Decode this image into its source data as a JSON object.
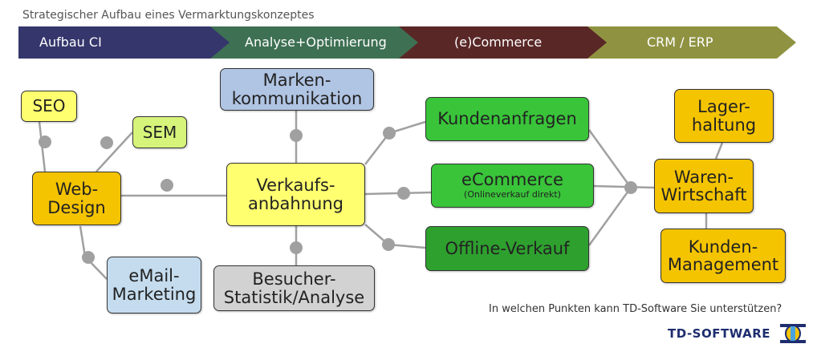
{
  "caption": "Strategischer Aufbau eines Vermarktungskonzeptes",
  "phases": [
    {
      "label": "Aufbau CI",
      "color": "#35366c"
    },
    {
      "label": "Analyse+Optimierung",
      "color": "#3e7053"
    },
    {
      "label": "(e)Commerce",
      "color": "#5a2727"
    },
    {
      "label": "CRM / ERP",
      "color": "#8f9341"
    }
  ],
  "nodes": {
    "seo": {
      "label": "SEO",
      "color": "#ffff70"
    },
    "sem": {
      "label": "SEM",
      "color": "#d6f47a"
    },
    "webdesign": {
      "line1": "Web-",
      "line2": "Design",
      "color": "#f5c400"
    },
    "email": {
      "line1": "eMail-",
      "line2": "Marketing",
      "color": "#c5dcef"
    },
    "marken": {
      "line1": "Marken-",
      "line2": "kommunikation",
      "color": "#b0c4e3"
    },
    "verkauf": {
      "line1": "Verkaufs-",
      "line2": "anbahnung",
      "color": "#ffff70"
    },
    "besucher": {
      "line1": "Besucher-",
      "line2": "Statistik/Analyse",
      "color": "#d2d2d2"
    },
    "kundenanfragen": {
      "label": "Kundenanfragen",
      "color": "#39c439"
    },
    "ecommerce": {
      "label": "eCommerce",
      "sub": "(Onlineverkauf direkt)",
      "color": "#39c439"
    },
    "offline": {
      "label": "Offline-Verkauf",
      "color": "#2ea02e"
    },
    "lager": {
      "line1": "Lager-",
      "line2": "haltung",
      "color": "#f5c400"
    },
    "waren": {
      "line1": "Waren-",
      "line2": "Wirtschaft",
      "color": "#f5c400"
    },
    "kunden": {
      "line1": "Kunden-",
      "line2": "Management",
      "color": "#f5c400"
    }
  },
  "connector_color": "#a0a0a0",
  "question": "In welchen Punkten kann TD-Software Sie unterstützen?",
  "logo": {
    "text": "TD-SOFTWARE",
    "color": "#1d2d6e"
  }
}
